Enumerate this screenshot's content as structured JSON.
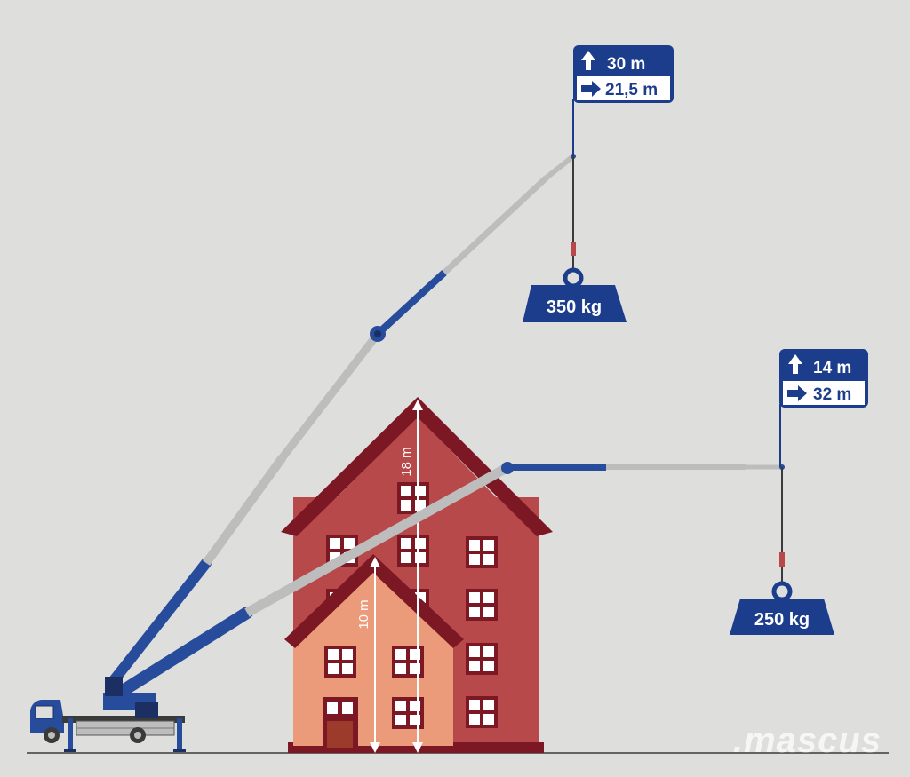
{
  "reach_high": {
    "height": "30 m",
    "outreach": "21,5 m",
    "load": "350 kg"
  },
  "reach_far": {
    "height": "14 m",
    "outreach": "32 m",
    "load": "250 kg"
  },
  "building_tall": {
    "height_label": "18 m"
  },
  "building_small": {
    "height_label": "10 m"
  },
  "watermark": ".mascus",
  "colors": {
    "background": "#dededd",
    "sign_blue": "#1c3d8c",
    "crane_blue": "#274c9c",
    "boom_grey": "#bdbdbd",
    "tall_house_wall": "#b8494b",
    "tall_house_roof": "#7c1823",
    "small_house_wall": "#eb9a7a",
    "window": "#ffffff"
  }
}
